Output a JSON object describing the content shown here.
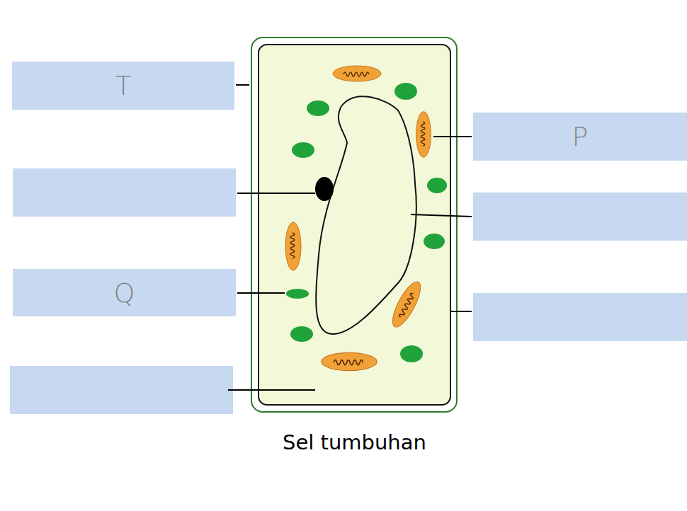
{
  "diagram": {
    "caption": "Sel tumbuhan",
    "nodes": [
      {
        "text": [
          "T"
        ]
      },
      {
        "text": [
          "P"
        ]
      },
      {
        "text": [
          "Q"
        ]
      }
    ]
  }
}
